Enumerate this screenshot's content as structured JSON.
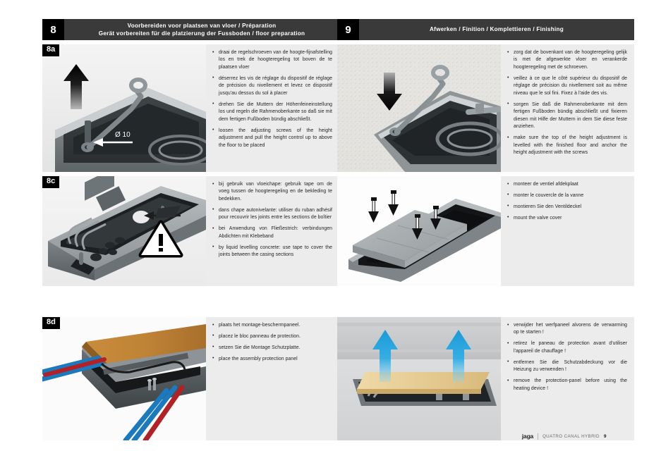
{
  "document": {
    "footer_brand": "jaga",
    "footer_title": "QUATRO CANAL HYBRID",
    "footer_page": "9"
  },
  "sections": [
    {
      "number": "8",
      "title_line1": "Voorbereiden voor plaatsen van vloer / Préparation",
      "title_line2": "Gerät vorbereiten für die platzierung der Fussboden / floor preparation",
      "steps": [
        {
          "badge": "8a",
          "figure": "height-adjustment-wrench",
          "callout": "Ø 10",
          "bullets": [
            "draai de regelschroeven van de hoogte-fijnafstelling los en trek de hoogteregeling tot boven de te plaatsen vloer",
            "déserrez les vis de réglage du dispositif de réglage de précision du nivellement et levez ce dispositif jusqu'au dessus du sol à placer",
            "drehen Sie die Muttern der Höhenfeineinstellung los und regeln die Rahmenoberkante so daß sie mit dem fertigen Fußboden bündig abschließt.",
            "loosen the adjusting screws of the height adjustment and pull the height control up to above the floor to be placed"
          ]
        },
        {
          "badge": "8c",
          "figure": "casing-joints-tape-warning",
          "bullets": [
            "bij gebruik van vloeichape: gebruik tape om de voeg tussen de hoogteregeling en de bekleding te bedekken.",
            "dans chape autonivelante: utiliser du ruban adhésif pour recouvrir les joints entre les sections de boîtier",
            "bei Anwendung von Fließestrich: verbindungen Abdichten mit Klebeband",
            "by liquid levelling concrete: use tape to cover the joints between the casing sections"
          ]
        },
        {
          "badge": "8d",
          "figure": "assembly-protection-panel",
          "bullets": [
            "plaats het montage-beschermpaneel.",
            "placez le bloc panneau de protection.",
            "setzen Sie die Montage Schutzplatte.",
            "place the assembly protection panel"
          ]
        }
      ]
    },
    {
      "number": "9",
      "title_line1": "Afwerken / Finition  / Komplettieren / Finishing",
      "title_line2": "",
      "steps": [
        {
          "badge": "",
          "figure": "level-with-finished-floor",
          "bullets": [
            "zorg dat de bovenkant van de hoogteregeling gelijk is met de afgewerkte vloer en verankerde hoogteregeling met de schroeven.",
            "veillez à ce que le côté supérieur du dispositif de réglage de précision du nivellement soit au même niveau que le sol fini. Fixez à l'aide des vis.",
            "sorgen Sie daß die Rahmenoberkante mit dem fertigen Fußboden bündig abschließt und fixieren diesen mit Hilfe der Muttern in dem Sie diese feste anziehen.",
            "make sure the top of the height adjustment is levelled with the finished floor and anchor the height adjustment with the screws"
          ]
        },
        {
          "badge": "",
          "figure": "valve-cover-mount",
          "bullets": [
            "monteer de ventiel afdekplaat",
            "monter le couvercle de la vanne",
            "montieren Sie den Ventildeckel",
            "mount the valve cover"
          ]
        },
        {
          "badge": "",
          "figure": "remove-protection-panel",
          "bullets": [
            "verwijder het werfpaneel alvorens de verwarming op te starten !",
            "retirez le paneau de protection avant d'utiliser l'appareil de chauffage !",
            "entfernen Sie die Schutzabdeckung vor die Heizung zu verwenden !",
            "remove the protection-panel before using the heating device !"
          ]
        }
      ]
    }
  ],
  "colors": {
    "header_bar": "#3a3a3a",
    "number_box": "#000000",
    "text_panel": "#ececec",
    "pipe_blue": "#1b79bd",
    "pipe_red": "#b12126",
    "arrow_blue": "#2ba6e0",
    "wood_panel": "#e8cf9a",
    "cork_panel": "#c08a3e"
  }
}
